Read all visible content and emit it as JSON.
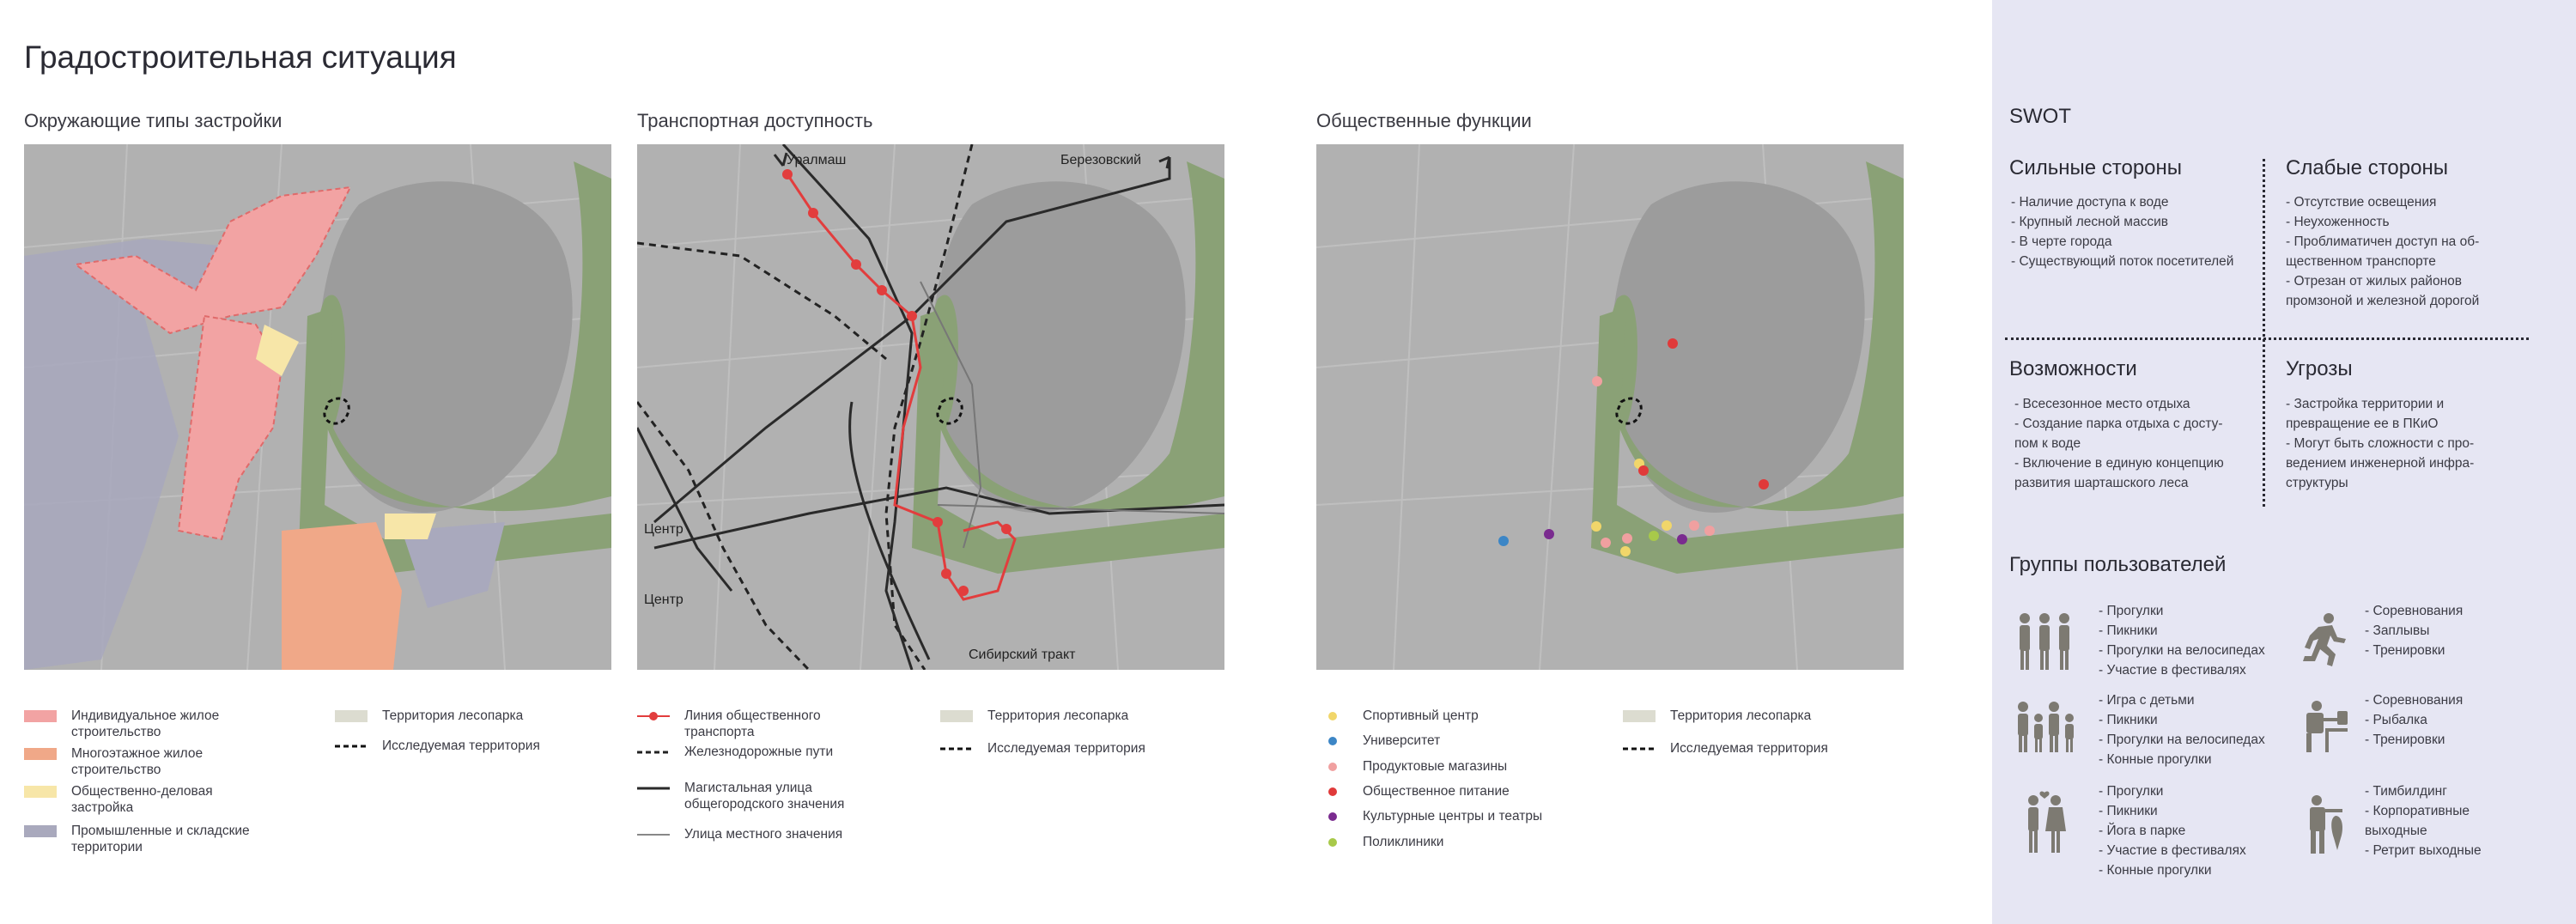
{
  "title": "Градостроительная ситуация",
  "colors": {
    "individual": "#f2a3a3",
    "multistorey": "#f0a888",
    "business": "#f7e6a8",
    "industrial": "#a9a9bd",
    "forest": "#8aa176",
    "forest_legend": "#dcdcd0",
    "transit_line": "#e23d3d",
    "panel_bg": "#e6e6f3",
    "sport": "#f1d66a",
    "university": "#3c86c6",
    "grocery": "#f0a0a0",
    "food": "#e03a3a",
    "culture": "#7a2b8f",
    "clinic": "#a8c94a"
  },
  "sections": {
    "building": {
      "title": "Окружающие типы застройки",
      "legend_left": [
        "Индивидуальное жилое строительство",
        "Многоэтажное жилое строительство",
        "Общественно-деловая застройка",
        "Промышленные и складские территории"
      ],
      "legend_right": [
        "Территория лесопарка",
        "Исследуемая территория"
      ]
    },
    "transport": {
      "title": "Транспортная доступность",
      "map_labels": [
        "Уралмаш",
        "Березовский",
        "Центр",
        "Центр",
        "Сибирский тракт"
      ],
      "legend_left": [
        "Линия общественного транспорта",
        "Железнодорожные пути",
        "Магистальная улица общегородского значения",
        "Улица местного значения"
      ],
      "legend_right": [
        "Территория лесопарка",
        "Исследуемая территория"
      ]
    },
    "functions": {
      "title": "Общественные функции",
      "legend_left": [
        "Спортивный центр",
        "Университет",
        "Продуктовые магазины",
        "Общественное питание",
        "Культурные центры и театры",
        "Поликлиники"
      ],
      "legend_right": [
        "Территория лесопарка",
        "Исследуемая территория"
      ]
    }
  },
  "swot": {
    "title": "SWOT",
    "strengths": {
      "title": "Сильные стороны",
      "items": "- Наличие доступа к воде\n- Крупный лесной массив\n- В черте города\n- Существующий поток посетителей"
    },
    "weaknesses": {
      "title": "Слабые стороны",
      "items": "- Отсутствие освещения\n- Неухоженность\n- Проблиматичен доступ на об-\nщественном транспорте\n- Отрезан от жилых районов\nпромзоной и железной дорогой"
    },
    "opportunities": {
      "title": "Возможности",
      "items": "- Всесезонное место отдыха\n- Создание парка отдыха с досту-\nпом к воде\n- Включение в единую концепцию\nразвития шарташского леса"
    },
    "threats": {
      "title": "Угрозы",
      "items": "- Застройка территории и\nпревращение ее в ПКиО\n- Могут быть сложности с про-\nведением инженерной инфра-\nструктуры"
    }
  },
  "users": {
    "title": "Группы пользователей",
    "groups": [
      {
        "icon": "three-adults-icon",
        "items": "- Прогулки\n- Пикники\n- Прогулки на велосипедах\n- Участие в фестивалях"
      },
      {
        "icon": "runner-icon",
        "items": "- Соревнования\n- Заплывы\n- Тренировки"
      },
      {
        "icon": "family-icon",
        "items": "- Игра с детьми\n- Пикники\n- Прогулки на велосипедах\n- Конные прогулки"
      },
      {
        "icon": "fisherman-icon",
        "items": "- Соревнования\n- Рыбалка\n- Тренировки"
      },
      {
        "icon": "couple-icon",
        "items": "- Прогулки\n- Пикники\n- Йога в парке\n- Участие в фестивалях\n- Конные прогулки"
      },
      {
        "icon": "team-icon",
        "items": "- Тимбилдинг\n- Корпоративные\nвыходные\n- Ретрит выходные"
      }
    ]
  }
}
